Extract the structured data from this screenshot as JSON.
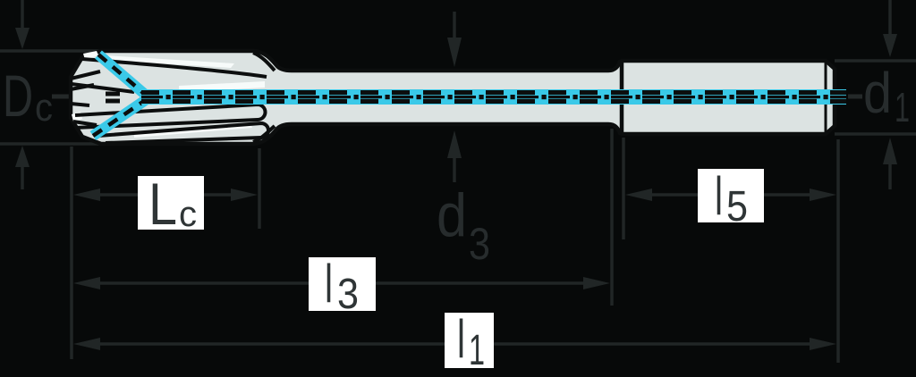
{
  "figure": {
    "type": "technical-drawing",
    "subject": "reamer side view with dimension callouts"
  },
  "labels": {
    "cutting_diameter": {
      "main": "D",
      "sub": "c"
    },
    "shank_diameter": {
      "main": "d",
      "sub": "1"
    },
    "cutting_length": {
      "main": "L",
      "sub": "c"
    },
    "neck_diameter": {
      "main": "d",
      "sub": "3"
    },
    "shank_length": {
      "main": "l",
      "sub": "5"
    },
    "flute_neck_length": {
      "main": "l",
      "sub": "3"
    },
    "overall_length": {
      "main": "l",
      "sub": "1"
    }
  },
  "colors": {
    "background": "#070909",
    "tool_fill": "#dce3e2",
    "tool_outline": "#0c0e0e",
    "accent_cyan": "#3ac9e8",
    "dimension_elements": "#212626",
    "label_box": "#ffffff",
    "boxed_label_text": "#2f3536",
    "unboxed_label_text": "#272c2d",
    "highlight": "#f7fbfa"
  }
}
